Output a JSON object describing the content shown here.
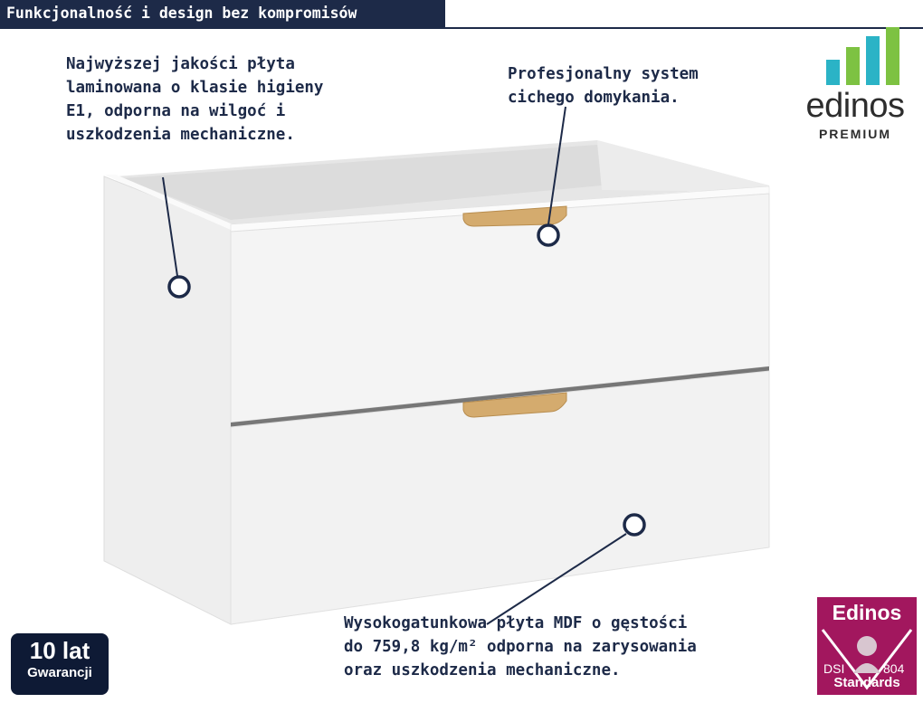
{
  "header": {
    "title": "Funkcjonalność i design bez kompromisów"
  },
  "callouts": [
    {
      "text": "Najwyższej jakości płyta\nlaminowana o klasie higieny\nE1, odporna na wilgoć i\nuszkodzenia mechaniczne."
    },
    {
      "text": "Profesjonalny system\ncichego domykania."
    },
    {
      "text": "Wysokogatunkowa płyta MDF o gęstości\ndo 759,8 kg/m² odporna na zarysowania\noraz uszkodzenia mechaniczne."
    }
  ],
  "brand": {
    "name": "edinos",
    "tier": "PREMIUM",
    "colors": [
      "#2bb3c6",
      "#7dc242",
      "#2bb3c6",
      "#7dc242"
    ]
  },
  "warranty": {
    "years": "10 lat",
    "label": "Gwarancji"
  },
  "standards_badge": {
    "title": "Edinos",
    "left_text": "DSI",
    "right_text": "804",
    "subtitle": "Standards",
    "color": "#a2175e"
  },
  "colors": {
    "navy": "#1d2a48",
    "cabinet": "#f3f3f3",
    "handle": "#d4ab6e"
  }
}
